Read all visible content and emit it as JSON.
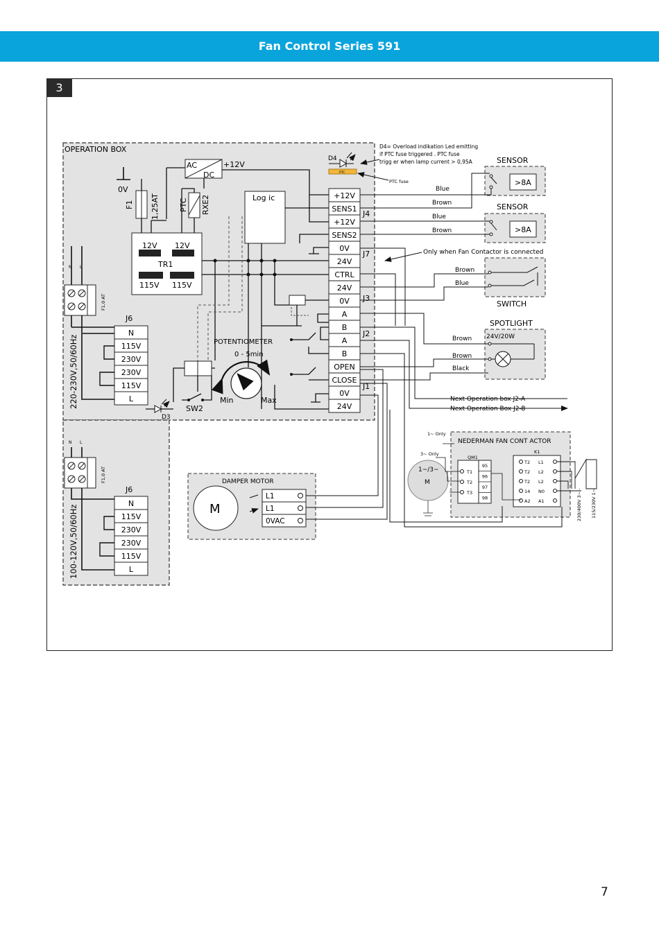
{
  "header": {
    "title": "Fan Control Series 591",
    "color": "#0aa4dc"
  },
  "step": "3",
  "page_number": "7",
  "operation_box": {
    "title": "OPERATION BOX",
    "ac": "AC",
    "dc": "DC",
    "plus12v": "+12V",
    "zero_v": "0V",
    "f1": "F1",
    "fuse_rating": "1,25AT",
    "ptc": "PTC",
    "rxe2": "RXE2",
    "logic": "Log ic",
    "tr1": "TR1",
    "tr_12v_a": "12V",
    "tr_12v_b": "12V",
    "tr_115v_a": "115V",
    "tr_115v_b": "115V",
    "potentiometer": "POTENTIOMETER",
    "pot_range": "0 - 5min",
    "min": "Min",
    "max": "Max",
    "sw2": "SW2",
    "d3": "D3",
    "d4": "D4",
    "ptc_small": "PTC"
  },
  "d4_note": [
    "D4= Overload indikation Led emitting",
    "if PTC fuse triggered . PTC fuse",
    "trigg er when lamp current > 0,95A"
  ],
  "ptc_fuse_label": "PTC fuse",
  "terminals": [
    "+12V",
    "SENS1",
    "+12V",
    "SENS2",
    "0V",
    "24V",
    "CTRL",
    "24V",
    "0V",
    "A",
    "B",
    "A",
    "B",
    "OPEN",
    "CLOSE",
    "0V",
    "24V"
  ],
  "connectors": {
    "j4": "J4",
    "j7": "J7",
    "j3": "J3",
    "j2": "J2",
    "j1": "J1"
  },
  "supply_230": {
    "label": "220-230V,50/60Hz",
    "j6": "J6",
    "fuse": "F1,0 AT",
    "n": "N",
    "l": "L",
    "terminals": [
      "N",
      "115V",
      "230V",
      "230V",
      "115V",
      "L"
    ]
  },
  "supply_115": {
    "label": "100-120V,50/60Hz",
    "j6": "J6",
    "fuse": "F1,0 AT",
    "n": "N",
    "l": "L",
    "terminals": [
      "N",
      "115V",
      "230V",
      "230V",
      "115V",
      "L"
    ]
  },
  "sensor1": {
    "title": "SENSOR",
    "rating": ">8A",
    "wire_blue": "Blue",
    "wire_brown": "Brown"
  },
  "sensor2": {
    "title": "SENSOR",
    "rating": ">8A",
    "wire_blue": "Blue",
    "wire_brown": "Brown"
  },
  "fan_contactor_note": "Only when Fan Contactor is connected",
  "switch_box": {
    "title": "SWITCH",
    "wire_brown": "Brown",
    "wire_blue": "Blue"
  },
  "spotlight": {
    "title": "SPOTLIGHT",
    "rating": "24V/20W",
    "wire_brown1": "Brown",
    "wire_brown2": "Brown",
    "wire_black": "Black"
  },
  "next_box": [
    "Next Operation box J2-A",
    "Next Operation Box J2-B"
  ],
  "damper_motor": {
    "title": "DAMPER MOTOR",
    "m": "M",
    "terminals": [
      "L1",
      "L1",
      "0VAC"
    ]
  },
  "fan_contactor": {
    "title": "NEDERMAN FAN CONT ACTOR",
    "one_only": "1~ Only",
    "three_only": "3~ Only",
    "motor_phase": "1~/3~",
    "motor_m": "M",
    "qm1": "QM1",
    "k1": "K1",
    "qm1_t": [
      "T1",
      "T2",
      "T3"
    ],
    "qm1_aux": [
      "95",
      "96",
      "97",
      "98"
    ],
    "k1_left": [
      "T2",
      "T2",
      "T2",
      "14",
      "A2"
    ],
    "k1_right": [
      "L1",
      "L2",
      "L2",
      "N0",
      "A1"
    ],
    "supply_3ph": "230/400V 3~ -",
    "supply_1ph": "115/230V 1~"
  }
}
